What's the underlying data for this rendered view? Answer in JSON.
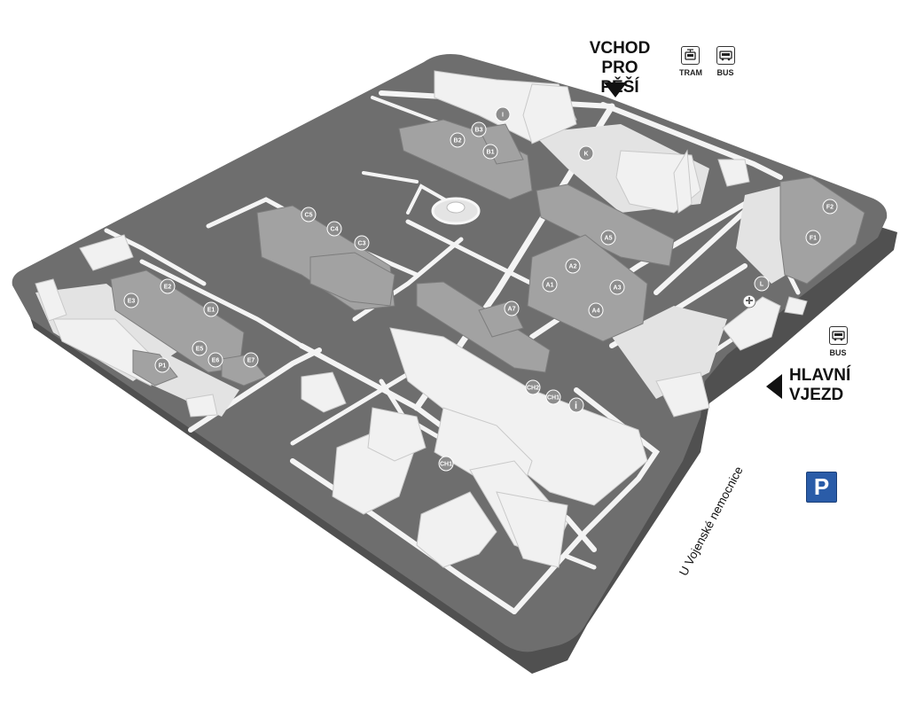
{
  "pedestrian_entrance": {
    "line1": "VCHOD",
    "line2": "PRO PĚŠÍ"
  },
  "main_entrance": {
    "line1": "HLAVNÍ",
    "line2": "VJEZD"
  },
  "transit_top": {
    "tram": "TRAM",
    "bus": "BUS"
  },
  "transit_right": {
    "bus": "BUS"
  },
  "parking": {
    "label": "P"
  },
  "street": {
    "name": "U Vojenské nemocnice"
  },
  "buildings": [
    {
      "id": "I"
    },
    {
      "id": "B3"
    },
    {
      "id": "B2"
    },
    {
      "id": "B1"
    },
    {
      "id": "K"
    },
    {
      "id": "C5"
    },
    {
      "id": "C4"
    },
    {
      "id": "C3"
    },
    {
      "id": "F2"
    },
    {
      "id": "F1"
    },
    {
      "id": "A5"
    },
    {
      "id": "A2"
    },
    {
      "id": "A1"
    },
    {
      "id": "A3"
    },
    {
      "id": "A4"
    },
    {
      "id": "A7"
    },
    {
      "id": "L"
    },
    {
      "id": "E2"
    },
    {
      "id": "E3"
    },
    {
      "id": "E1"
    },
    {
      "id": "E5"
    },
    {
      "id": "E6"
    },
    {
      "id": "E7"
    },
    {
      "id": "P1"
    },
    {
      "id": "CH2"
    },
    {
      "id": "CH1"
    },
    {
      "id": "CH1"
    }
  ],
  "info_marker": {
    "icon": "info-icon",
    "text": "i"
  },
  "first_aid_marker": {
    "icon": "first-aid-icon"
  },
  "colors": {
    "ground": "#6e6e6e",
    "ground_side": "#505050",
    "building_light": "#f2f2f2",
    "building_dark": "#9a9a9a",
    "path": "#f5f5f5",
    "parking_blue": "#2a5ca8"
  }
}
